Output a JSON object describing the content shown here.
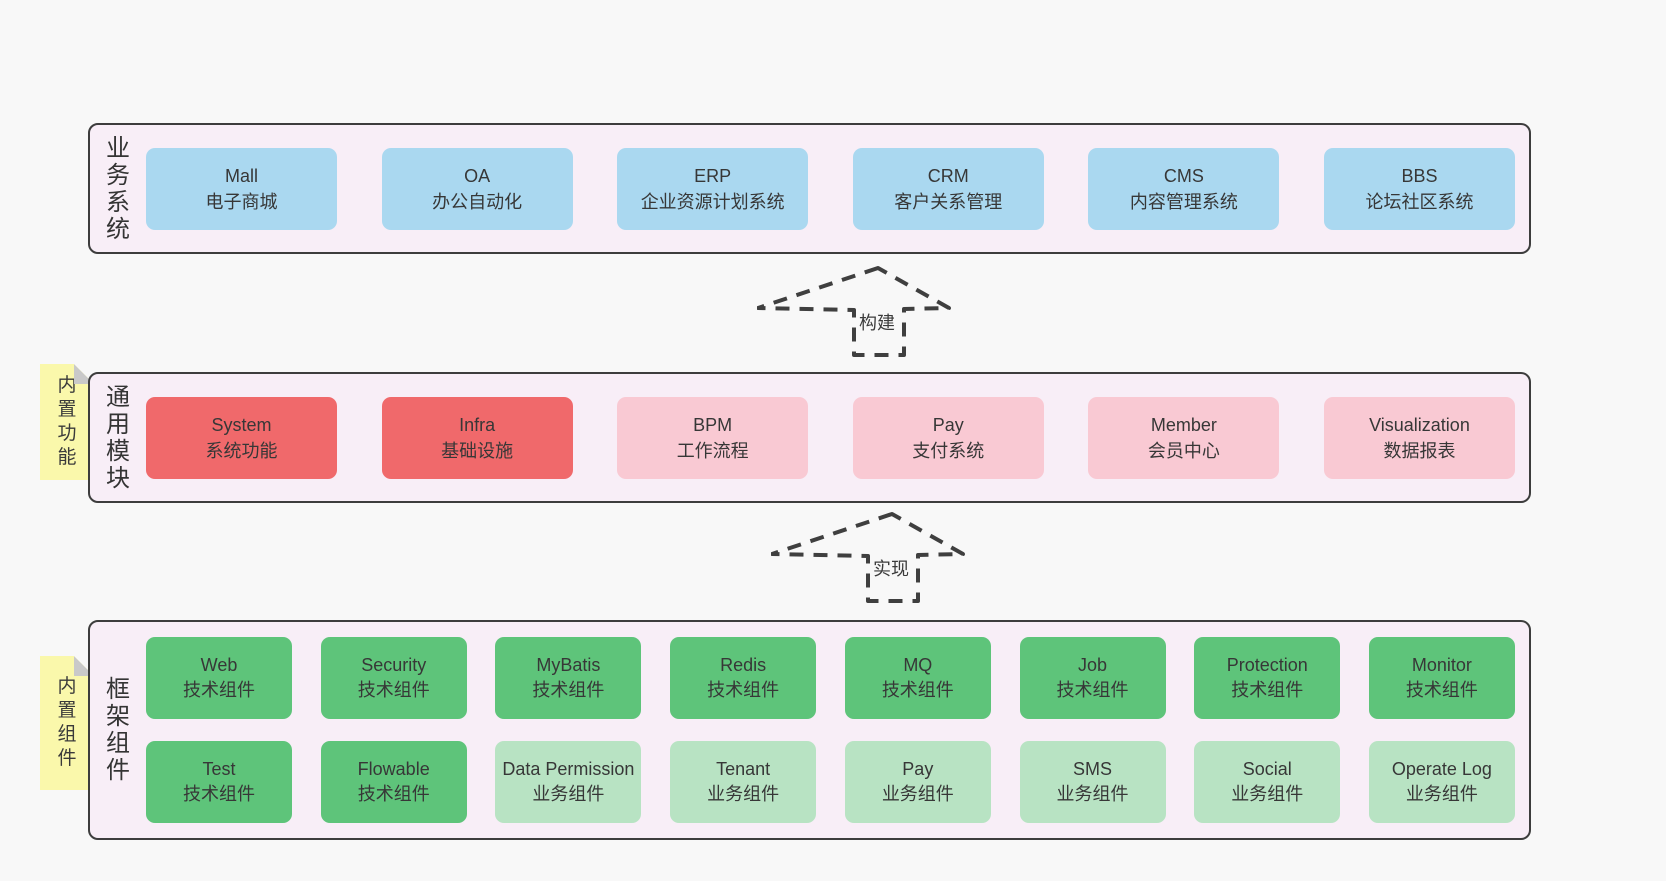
{
  "diagram": {
    "tiers": [
      {
        "id": "business-systems",
        "label": "业务系统",
        "note": "",
        "rows": [
          [
            {
              "en": "Mall",
              "zh": "电子商城",
              "variant": "blue"
            },
            {
              "en": "OA",
              "zh": "办公自动化",
              "variant": "blue"
            },
            {
              "en": "ERP",
              "zh": "企业资源计划系统",
              "variant": "blue"
            },
            {
              "en": "CRM",
              "zh": "客户关系管理",
              "variant": "blue"
            },
            {
              "en": "CMS",
              "zh": "内容管理系统",
              "variant": "blue"
            },
            {
              "en": "BBS",
              "zh": "论坛社区系统",
              "variant": "blue"
            }
          ]
        ]
      },
      {
        "id": "common-modules",
        "label": "通用模块",
        "note": "内置功能",
        "rows": [
          [
            {
              "en": "System",
              "zh": "系统功能",
              "variant": "red"
            },
            {
              "en": "Infra",
              "zh": "基础设施",
              "variant": "red"
            },
            {
              "en": "BPM",
              "zh": "工作流程",
              "variant": "pink"
            },
            {
              "en": "Pay",
              "zh": "支付系统",
              "variant": "pink"
            },
            {
              "en": "Member",
              "zh": "会员中心",
              "variant": "pink"
            },
            {
              "en": "Visualization",
              "zh": "数据报表",
              "variant": "pink"
            }
          ]
        ]
      },
      {
        "id": "framework-components",
        "label": "框架组件",
        "note": "内置组件",
        "rows": [
          [
            {
              "en": "Web",
              "zh": "技术组件",
              "variant": "green"
            },
            {
              "en": "Security",
              "zh": "技术组件",
              "variant": "green"
            },
            {
              "en": "MyBatis",
              "zh": "技术组件",
              "variant": "green"
            },
            {
              "en": "Redis",
              "zh": "技术组件",
              "variant": "green"
            },
            {
              "en": "MQ",
              "zh": "技术组件",
              "variant": "green"
            },
            {
              "en": "Job",
              "zh": "技术组件",
              "variant": "green"
            },
            {
              "en": "Protection",
              "zh": "技术组件",
              "variant": "green"
            },
            {
              "en": "Monitor",
              "zh": "技术组件",
              "variant": "green"
            }
          ],
          [
            {
              "en": "Test",
              "zh": "技术组件",
              "variant": "green"
            },
            {
              "en": "Flowable",
              "zh": "技术组件",
              "variant": "green"
            },
            {
              "en": "Data Permission",
              "zh": "业务组件",
              "variant": "lightgreen"
            },
            {
              "en": "Tenant",
              "zh": "业务组件",
              "variant": "lightgreen"
            },
            {
              "en": "Pay",
              "zh": "业务组件",
              "variant": "lightgreen"
            },
            {
              "en": "SMS",
              "zh": "业务组件",
              "variant": "lightgreen"
            },
            {
              "en": "Social",
              "zh": "业务组件",
              "variant": "lightgreen"
            },
            {
              "en": "Operate Log",
              "zh": "业务组件",
              "variant": "lightgreen"
            }
          ]
        ]
      }
    ],
    "arrows": [
      {
        "id": "build",
        "label": "构建"
      },
      {
        "id": "implement",
        "label": "实现"
      }
    ],
    "colors": {
      "page_bg": "#f8f8f8",
      "tier_bg": "#f8eef7",
      "tier_border": "#3d3d3d",
      "blue": "#aad8f0",
      "red": "#f0696b",
      "pink": "#f9c9d3",
      "green": "#5ec47a",
      "light_green": "#b8e3c3",
      "note_yellow": "#faf8ab",
      "note_fold": "#c9c9c9",
      "text": "#3b3b3b",
      "arrow_stroke": "#3f3f3f"
    }
  }
}
